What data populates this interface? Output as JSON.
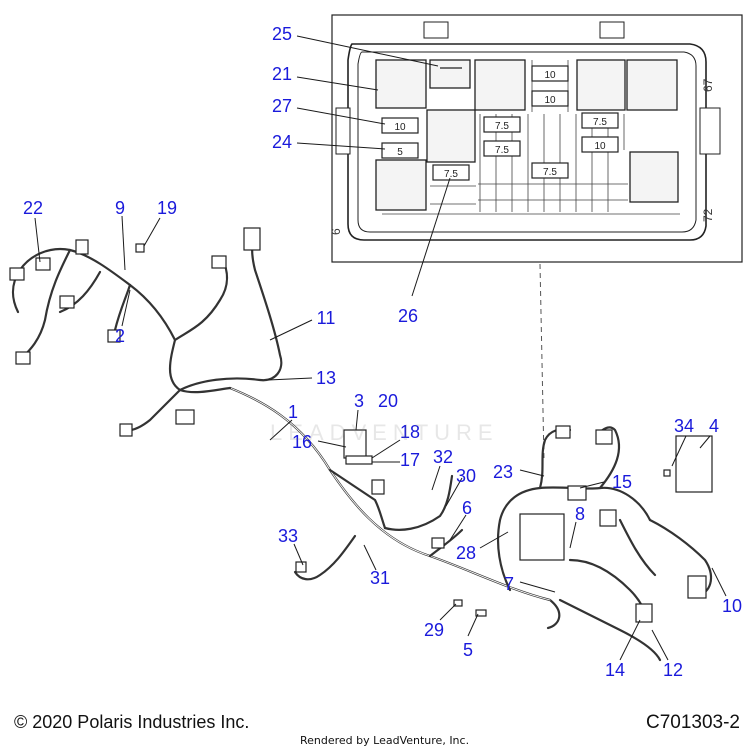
{
  "callouts": {
    "c1": "1",
    "c2": "2",
    "c3": "3",
    "c4": "4",
    "c5": "5",
    "c6": "6",
    "c7": "7",
    "c8": "8",
    "c9": "9",
    "c10": "10",
    "c11": "11",
    "c12": "12",
    "c13": "13",
    "c14": "14",
    "c15": "15",
    "c16": "16",
    "c17": "17",
    "c18": "18",
    "c19": "19",
    "c20": "20",
    "c21": "21",
    "c22": "22",
    "c23": "23",
    "c24": "24",
    "c25": "25",
    "c26": "26",
    "c27": "27",
    "c28": "28",
    "c29": "29",
    "c30": "30",
    "c31": "31",
    "c32": "32",
    "c33": "33",
    "c34": "34"
  },
  "fuse_box": {
    "fuse_labels": {
      "f_27": "10",
      "f_24": "5",
      "f_26": "7.5",
      "f_mid_top": "7.5",
      "f_mid_2": "7.5",
      "f_mid_3": "7.5",
      "f_top_1": "10",
      "f_top_2": "10",
      "f_right_1": "7.5",
      "f_right_2": "10"
    },
    "side_marks": {
      "s67": "67",
      "s72": "72",
      "s6": "6"
    }
  },
  "footer": {
    "copyright": "© 2020 Polaris Industries Inc.",
    "drawing_number": "C701303-2",
    "rendered_by": "Rendered by LeadVenture, Inc."
  },
  "watermark": "LEADVENTURE",
  "colors": {
    "callout": "#1a1adb",
    "line": "#222222"
  }
}
